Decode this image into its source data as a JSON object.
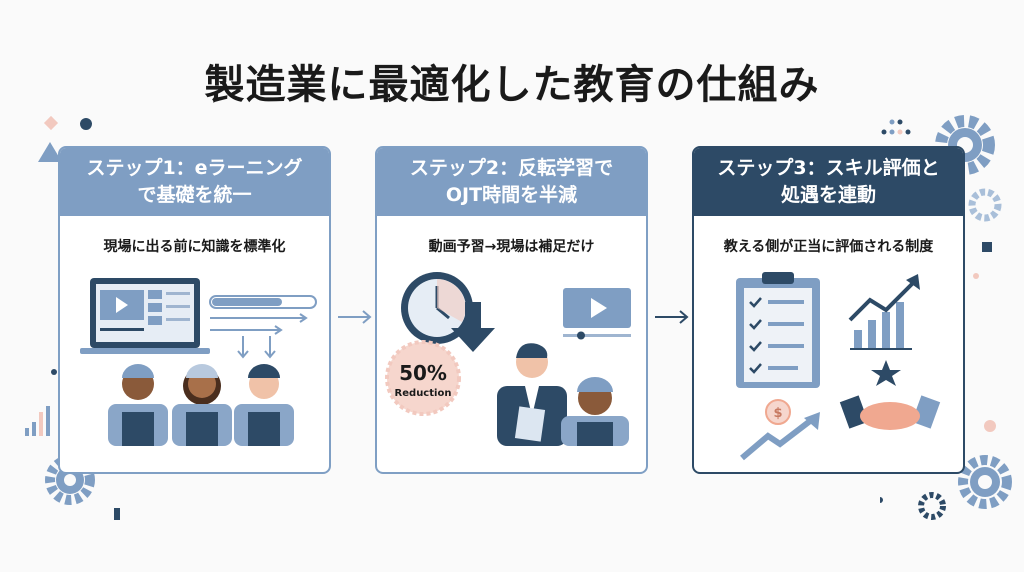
{
  "title": "製造業に最適化した教育の仕組み",
  "steps": [
    {
      "heading_line1": "ステップ1：eラーニング",
      "heading_line2": "で基礎を統一",
      "subtitle": "現場に出る前に知識を標準化"
    },
    {
      "heading_line1": "ステップ2：反転学習で",
      "heading_line2": "OJT時間を半減",
      "subtitle": "動画予習→現場は補足だけ",
      "badge_value": "50%",
      "badge_label": "Reduction"
    },
    {
      "heading_line1": "ステップ3：スキル評価と",
      "heading_line2": "処遇を連動",
      "subtitle": "教える側が正当に評価される制度",
      "coin_symbol": "$"
    }
  ],
  "colors": {
    "primary": "#7f9ec3",
    "dark": "#2d4a66",
    "accent": "#f2c9bf"
  }
}
